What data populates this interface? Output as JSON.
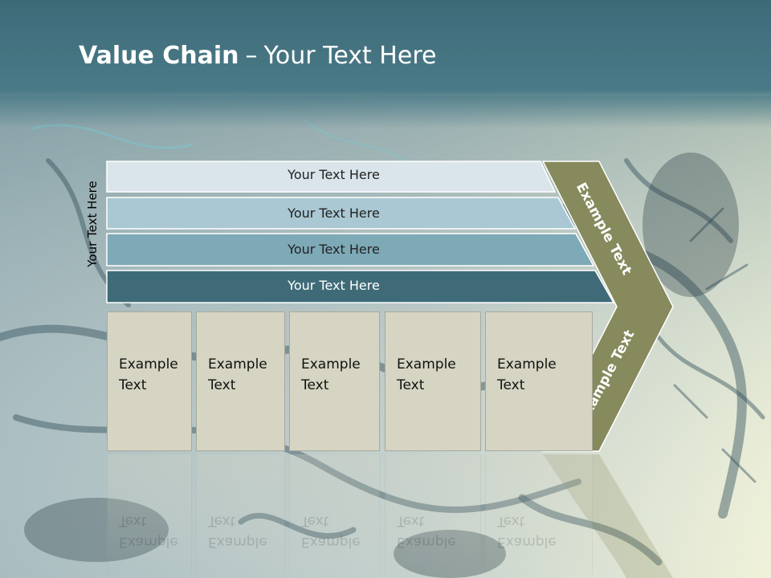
{
  "slide": {
    "title_bold": "Value Chain",
    "title_sep": "–",
    "title_rest": "Your Text Here",
    "side_label": "Your Text Here"
  },
  "bars": [
    {
      "label": "Your Text Here",
      "color": "#d9e5ea",
      "text_color": "#222222"
    },
    {
      "label": "Your Text Here",
      "color": "#a9c8d3",
      "text_color": "#222222"
    },
    {
      "label": "Your Text Here",
      "color": "#7ea9b7",
      "text_color": "#222222"
    },
    {
      "label": "Your Text Here",
      "color": "#3f6b78",
      "text_color": "#ffffff"
    }
  ],
  "boxes": [
    {
      "line1": "Example",
      "line2": "Text"
    },
    {
      "line1": "Example",
      "line2": "Text"
    },
    {
      "line1": "Example",
      "line2": "Text"
    },
    {
      "line1": "Example",
      "line2": "Text"
    },
    {
      "line1": "Example",
      "line2": "Text"
    }
  ],
  "chevron": {
    "upper_label": "Example Text",
    "lower_label": "Example Text",
    "color": "#868a5c"
  }
}
